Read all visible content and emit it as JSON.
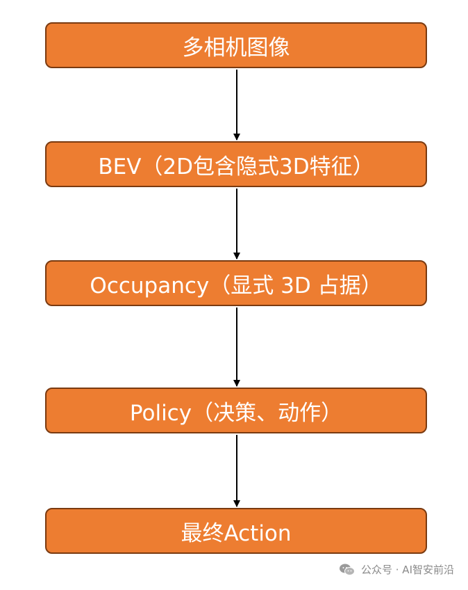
{
  "nodes": [
    {
      "id": "n1",
      "label": "多相机图像"
    },
    {
      "id": "n2",
      "label": "BEV（2D包含隐式3D特征）"
    },
    {
      "id": "n3",
      "label": "Occupancy（显式 3D 占据）"
    },
    {
      "id": "n4",
      "label": "Policy（决策、动作）"
    },
    {
      "id": "n5",
      "label": "最终Action"
    }
  ],
  "edges": [
    {
      "from": "n1",
      "to": "n2"
    },
    {
      "from": "n2",
      "to": "n3"
    },
    {
      "from": "n3",
      "to": "n4"
    },
    {
      "from": "n4",
      "to": "n5"
    }
  ],
  "colors": {
    "node_fill": "#ED7D31",
    "node_border": "#7A3A10",
    "node_text": "#FFFFFF",
    "arrow": "#000000"
  },
  "watermark": {
    "icon": "wechat-icon",
    "text": "公众号 · AI智安前沿"
  }
}
